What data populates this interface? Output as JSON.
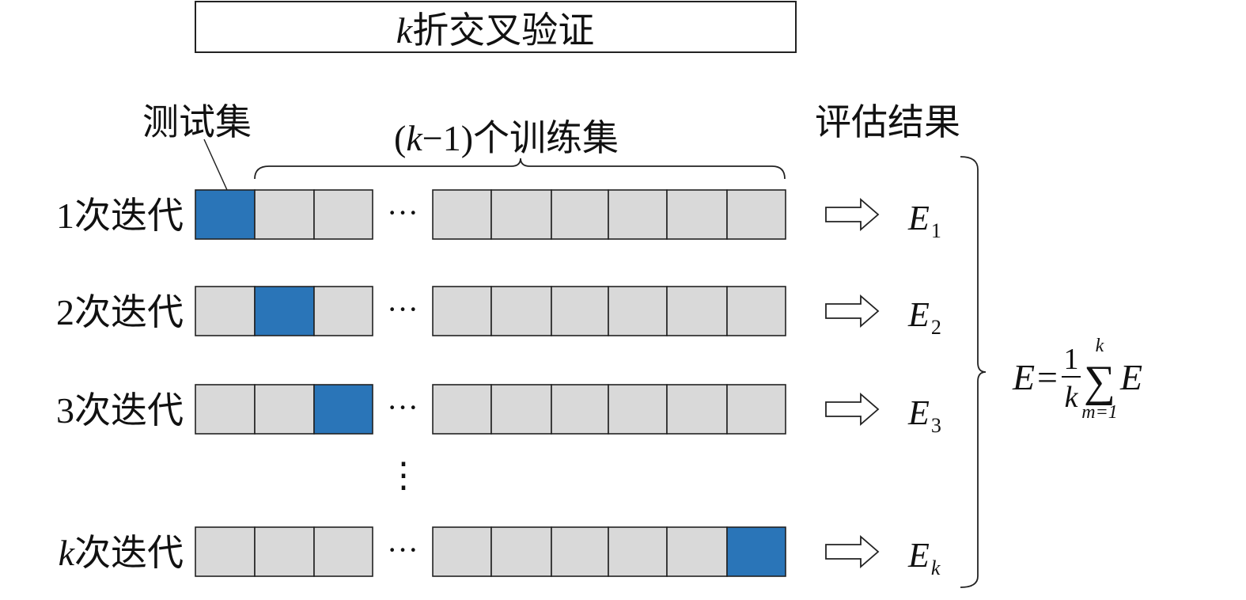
{
  "title": {
    "var": "k",
    "text": "折交叉验证"
  },
  "test_set_label": "测试集",
  "train_set_label": {
    "open": "(",
    "var": "k",
    "rest": "−1)个训练集"
  },
  "results_label": "评估结果",
  "iteration_suffix": "次迭代",
  "ellipsis_h": "···",
  "ellipsis_v": "⋮",
  "iterations": [
    {
      "label": "1",
      "label_italic": false,
      "test_index": 0,
      "result": "E",
      "result_sub": "1"
    },
    {
      "label": "2",
      "label_italic": false,
      "test_index": 1,
      "result": "E",
      "result_sub": "2"
    },
    {
      "label": "3",
      "label_italic": false,
      "test_index": 2,
      "result": "E",
      "result_sub": "3"
    },
    {
      "label": "k",
      "label_italic": true,
      "test_index": 8,
      "result": "E",
      "result_sub": "k"
    }
  ],
  "formula": {
    "lhs": "E",
    "eq": "=",
    "frac_num": "1",
    "frac_den": "k",
    "sigma": "∑",
    "upper": "k",
    "lower": "m=1",
    "rhs": "E"
  },
  "colors": {
    "test": "#2a75b8",
    "train": "#d9d9d9",
    "border": "#222222"
  }
}
